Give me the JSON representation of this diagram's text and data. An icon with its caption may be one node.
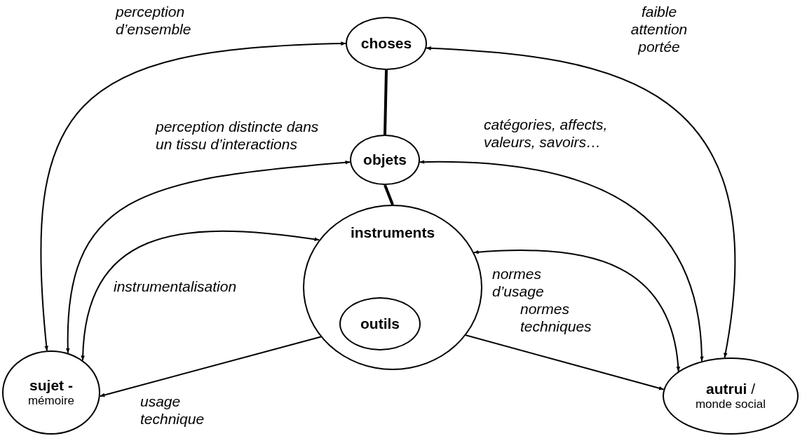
{
  "diagram": {
    "nodes": [
      {
        "text": [
          "choses"
        ]
      },
      {
        "text": [
          "objets"
        ]
      },
      {
        "text": [
          "instruments"
        ]
      },
      {
        "text": [
          "outils"
        ],
        "in": 2
      },
      {
        "text": [
          "sujet -",
          "mémoire"
        ]
      },
      {
        "text": [
          "**autrui** /",
          "monde social"
        ]
      }
    ],
    "edges": [
      {
        "from": 4,
        "to": 0,
        "arrow": "both",
        "label": "perception d’ensemble"
      },
      {
        "from": 0,
        "to": 1,
        "arrow": "none",
        "style": "thick"
      },
      {
        "from": 1,
        "to": 2,
        "arrow": "none",
        "style": "thick"
      },
      {
        "from": 0,
        "to": 5,
        "arrow": "both",
        "label": "faible attention portée"
      },
      {
        "from": 4,
        "to": 1,
        "arrow": "both",
        "label": "perception distincte dans un tissu d’interactions"
      },
      {
        "from": 1,
        "to": 5,
        "arrow": "both",
        "label": "catégories, affects, valeurs, savoirs…"
      },
      {
        "from": 2,
        "to": 4,
        "arrow": "both",
        "label": "instrumentalisation"
      },
      {
        "from": 2,
        "to": 5,
        "arrow": "both",
        "label": "normes d’usage"
      },
      {
        "from": 3,
        "to": 5,
        "arrow": "both",
        "label": "normes techniques"
      },
      {
        "from": 3,
        "to": 4,
        "arrow": "both",
        "label": "usage technique"
      }
    ]
  }
}
